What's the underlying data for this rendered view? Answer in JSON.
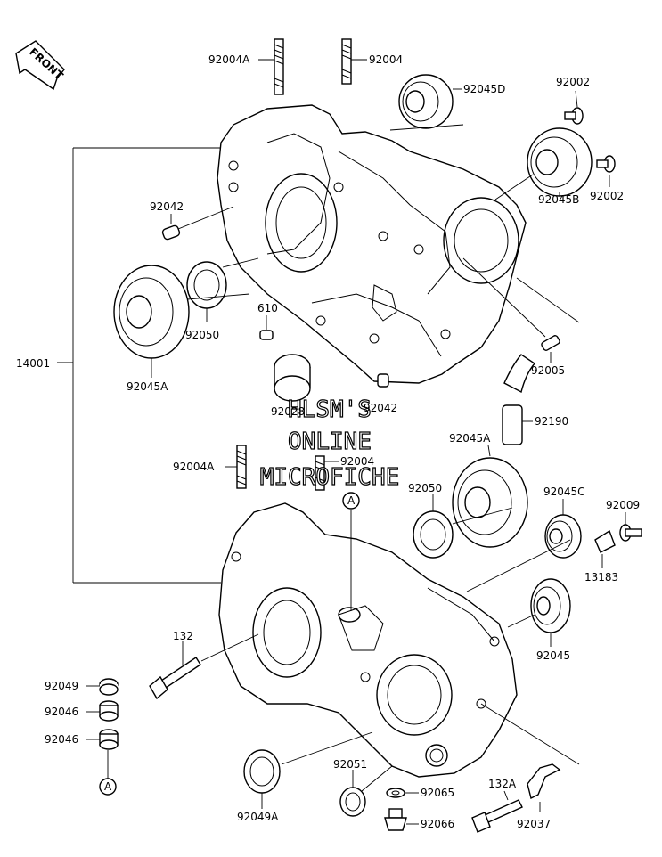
{
  "front_badge": "FRONT",
  "watermark": {
    "line1": "HLSM'S",
    "line2": "ONLINE",
    "line3": "MICROFICHE"
  },
  "labels": {
    "l_92004A_top": "92004A",
    "l_92004_top": "92004",
    "l_92045D": "92045D",
    "l_92002_a": "92002",
    "l_92002_b": "92002",
    "l_92045B": "92045B",
    "l_92042_top": "92042",
    "l_92050_top": "92050",
    "l_610": "610",
    "l_92045A_left": "92045A",
    "l_14001": "14001",
    "l_92005": "92005",
    "l_92042_mid": "92042",
    "l_92028": "92028",
    "l_92190": "92190",
    "l_92045A_right": "92045A",
    "l_92004A_mid": "92004A",
    "l_92004_mid": "92004",
    "l_92050_mid": "92050",
    "l_92045C": "92045C",
    "l_92009": "92009",
    "l_13183": "13183",
    "l_92045": "92045",
    "l_132": "132",
    "l_92049": "92049",
    "l_92046_a": "92046",
    "l_92046_b": "92046",
    "l_A_bottom": "A",
    "l_A_mid": "A",
    "l_92051": "92051",
    "l_92065": "92065",
    "l_132A": "132A",
    "l_92066": "92066",
    "l_92037": "92037",
    "l_92049A": "92049A"
  }
}
